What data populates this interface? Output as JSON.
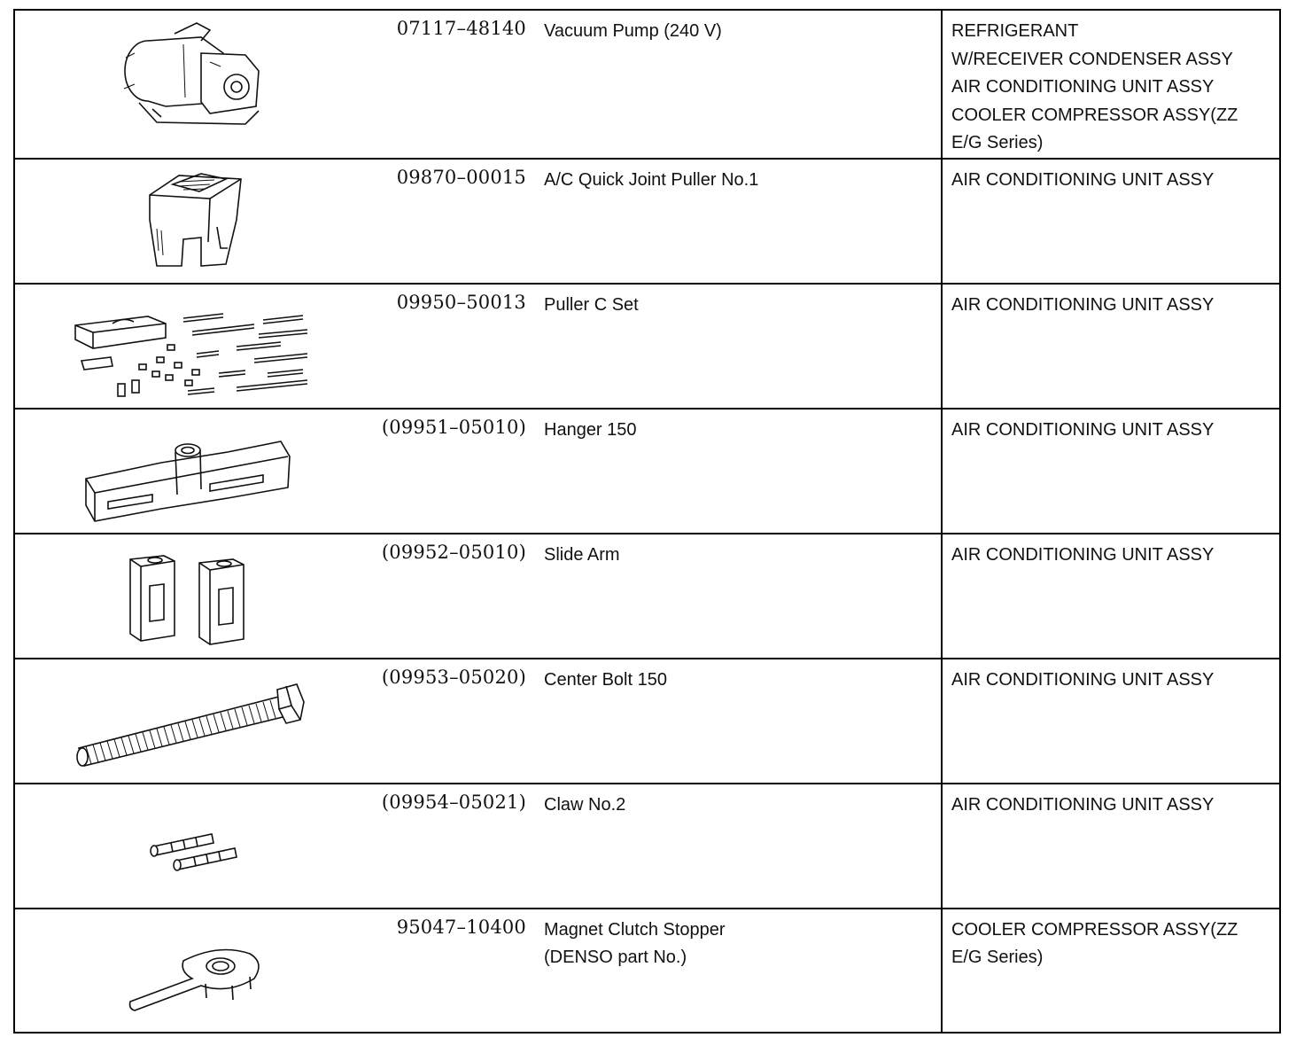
{
  "rows": [
    {
      "part_no": "07117–48140",
      "name": [
        "Vacuum Pump (240 V)"
      ],
      "usage": [
        "REFRIGERANT",
        "W/RECEIVER CONDENSER ASSY",
        "AIR CONDITIONING UNIT ASSY",
        "COOLER COMPRESSOR ASSY(ZZ",
        "E/G Series)"
      ],
      "icon": "vacuum-pump-icon"
    },
    {
      "part_no": "09870–00015",
      "name": [
        "A/C Quick Joint Puller No.1"
      ],
      "usage": [
        "AIR CONDITIONING UNIT ASSY"
      ],
      "icon": "quick-joint-puller-icon"
    },
    {
      "part_no": "09950–50013",
      "name": [
        "Puller C Set"
      ],
      "usage": [
        "AIR CONDITIONING UNIT ASSY"
      ],
      "icon": "puller-set-icon"
    },
    {
      "part_no": "(09951–05010)",
      "name": [
        "Hanger 150"
      ],
      "usage": [
        "AIR CONDITIONING UNIT ASSY"
      ],
      "icon": "hanger-icon"
    },
    {
      "part_no": "(09952–05010)",
      "name": [
        "Slide Arm"
      ],
      "usage": [
        "AIR CONDITIONING UNIT ASSY"
      ],
      "icon": "slide-arm-icon"
    },
    {
      "part_no": "(09953–05020)",
      "name": [
        "Center Bolt 150"
      ],
      "usage": [
        "AIR CONDITIONING UNIT ASSY"
      ],
      "icon": "center-bolt-icon"
    },
    {
      "part_no": "(09954–05021)",
      "name": [
        "Claw No.2"
      ],
      "usage": [
        "AIR CONDITIONING UNIT ASSY"
      ],
      "icon": "claw-icon"
    },
    {
      "part_no": "95047–10400",
      "name": [
        "Magnet Clutch Stopper",
        "(DENSO part No.)"
      ],
      "usage": [
        "COOLER COMPRESSOR ASSY(ZZ",
        "E/G Series)"
      ],
      "icon": "magnet-clutch-stopper-icon"
    }
  ]
}
